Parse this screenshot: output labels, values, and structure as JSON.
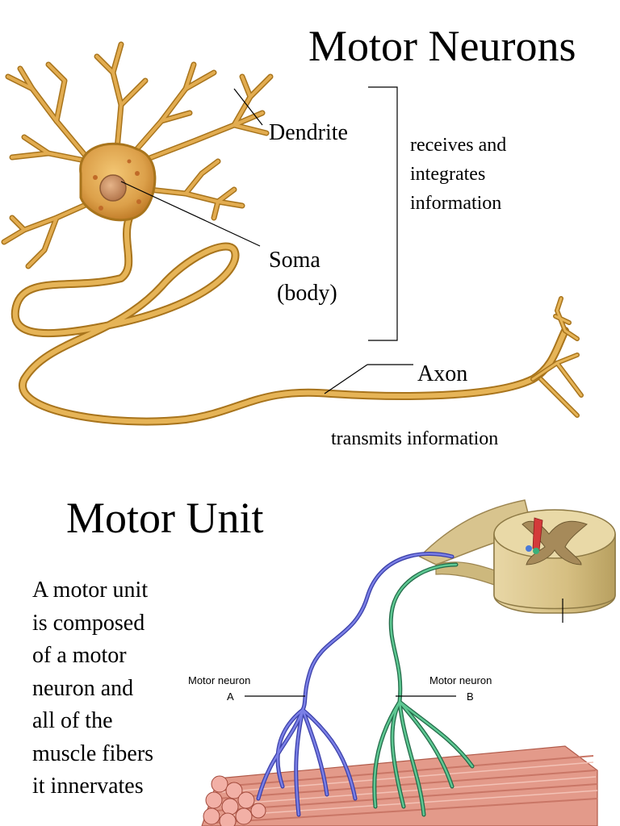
{
  "neurons": {
    "title": "Motor Neurons",
    "dendrite_label": "Dendrite",
    "soma_label": "Soma",
    "soma_sub": "(body)",
    "bracket_desc": [
      "receives and",
      "integrates",
      "information"
    ],
    "axon_label": "Axon",
    "axon_desc": "transmits information"
  },
  "motor_unit": {
    "title": "Motor Unit",
    "definition": [
      "A motor unit",
      "is composed",
      "of a motor",
      "neuron and",
      "all of the",
      "muscle fibers",
      "it innervates"
    ],
    "neuron_a_label": "Motor neuron",
    "neuron_a_letter": "A",
    "neuron_b_label": "Motor neuron",
    "neuron_b_letter": "B"
  },
  "colors": {
    "neuron_gold": "#d9a441",
    "neuron_edge": "#a8741c",
    "neuron_a_blue": "#5a5fd0",
    "neuron_b_green": "#3c9a70",
    "muscle_pink": "#e79a8c",
    "spinal_tan": "#d8c48e"
  }
}
